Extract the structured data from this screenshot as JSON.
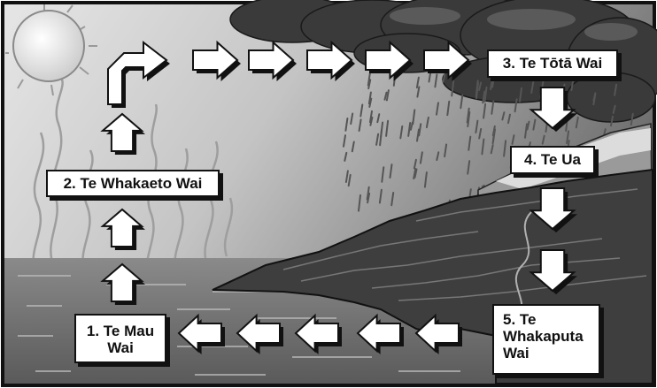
{
  "stages": [
    {
      "step": "1",
      "lines": [
        "1. Te Mau",
        "Wai"
      ]
    },
    {
      "step": "2",
      "lines": [
        "2. Te Whakaeto Wai"
      ]
    },
    {
      "step": "3",
      "lines": [
        "3. Te Tōtā Wai"
      ]
    },
    {
      "step": "4",
      "lines": [
        "4. Te Ua"
      ]
    },
    {
      "step": "5",
      "lines": [
        "5. Te",
        "Whakaputa",
        "Wai"
      ]
    }
  ],
  "colors": {
    "outline": "#111111",
    "arrow_fill": "#ffffff",
    "sea": "#6e6e6e",
    "cloud": "#3a3a3a"
  }
}
